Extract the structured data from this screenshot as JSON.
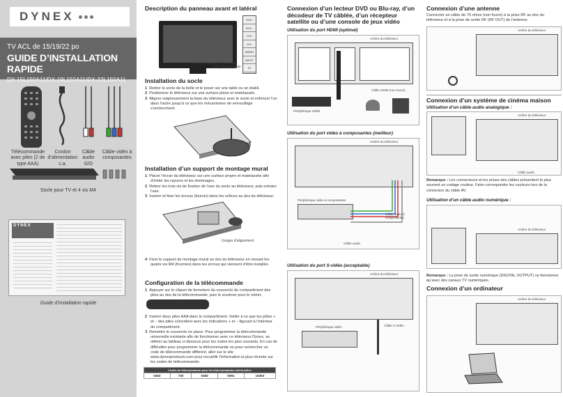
{
  "brand": {
    "logo": "DYNEX"
  },
  "hero": {
    "model_line": "TV ACL de 15/19/22 po",
    "guide_title": "GUIDE D’INSTALLATION RAPIDE",
    "skus": "DX-15L150A11/DX-19L150A11/DX-22L150A11"
  },
  "accessories": {
    "remote_label": "Télécommande avec piles (2 de type AAA)",
    "power_label": "Cordon d’alimentation c.a.",
    "audio_label": "Câble audio G/D",
    "video_label": "Câble vidéo à composantes",
    "stand_label": "Socle pour TV et 4 vis M4"
  },
  "thumbnail": {
    "logo": "DYNEX",
    "caption": "Guide d’installation rapide"
  },
  "panel": {
    "title": "Description du panneau avant et latéral",
    "side_buttons": [
      "VOL+",
      "VOL–",
      "CH+",
      "CH–",
      "MENU",
      "INPUT",
      "⏻"
    ],
    "callout_remote": "Témoin de marche-arrêt",
    "callout_sensor": "Capteur de télécommande"
  },
  "stand_install": {
    "title": "Installation du socle",
    "steps": [
      {
        "n": "1",
        "text": "Retirer le socle de la boîte et le poser sur une table ou un établi."
      },
      {
        "n": "2",
        "text": "Positionner le téléviseur sur une surface plane et matelassée."
      },
      {
        "n": "3",
        "text": "Aligner soigneusement la base du téléviseur avec le socle et enfoncer l’un dans l’autre jusqu’à ce que les mécanismes de verrouillage s’enclenchent."
      }
    ]
  },
  "wall_mount": {
    "title": "Installation d’un support de montage mural",
    "steps": [
      {
        "n": "1",
        "text": "Placer l’écran du téléviseur sur une surface propre et matelassée afin d’éviter les rayures et les dommages."
      },
      {
        "n": "2",
        "text": "Retirer les trois vis de fixation de l’axe du socle au téléviseur, puis extraire l’axe."
      },
      {
        "n": "3",
        "text": "Insérer et fixer les écrous (fournis) dans les orifices au dos du téléviseur."
      }
    ],
    "callout": "Gorges d’alignement",
    "step4": {
      "n": "4",
      "text": "Fixer le support de montage mural au dos du téléviseur en vissant les quatre vis M4 (fournies) dans les écrous qui viennent d’être installés."
    }
  },
  "remote_config": {
    "title": "Configuration de la télécommande",
    "steps": [
      {
        "n": "1",
        "text": "Appuyer sur le cliquet de fermeture du couvercle du compartiment des piles au dos de la télécommande, puis le soulever pour le retirer."
      },
      {
        "n": "2",
        "text": "Insérer deux piles AAA dans le compartiment. Veiller à ce que les pôles + et – des piles coïncident avec les indications + et – figurant à l’intérieur du compartiment."
      },
      {
        "n": "3",
        "text": "Remettre le couvercle en place. Pour programmer la télécommande universelle existante afin de fonctionner avec ce téléviseur Dynex, se référer au tableau ci-dessous pour les codes les plus courants. En cas de difficultés pour programmer la télécommande ou pour rechercher un code de télécommande différent, aller sur le site www.dynexproducts.com pour recueillir l’information la plus récente sur les codes de télécommande."
      }
    ],
    "table_header": "Codes de télécommande pour les télécommandes universelles",
    "codes": [
      "0463",
      "720",
      "0463",
      "0091",
      "10463"
    ]
  },
  "dvd": {
    "title": "Connexion d’un lecteur DVD ou Blu-ray, d’un décodeur de TV câblée, d’un récepteur satellite ou d’une console de jeux vidéo",
    "hdmi_sub": "Utilisation du port HDMI (optimal)",
    "hdmi_cable": "Câble HDMI (non fourni)",
    "hdmi_device": "Périphérique HDMI",
    "tv_back": "Arrière du téléviseur",
    "component_sub": "Utilisation du port vidéo à composantes (meilleur)",
    "component_device": "Périphérique vidéo à composantes",
    "component_cable": "Câble vidéo à composantes",
    "audio_cable": "Câble audio",
    "svideo_sub": "Utilisation du port S-vidéo (acceptable)",
    "svideo_device": "Périphérique vidéo",
    "svideo_cable": "Câble S-Vidéo"
  },
  "antenna": {
    "title": "Connexion d’une antenne",
    "text": "Connecter un câble de 75 ohms (non fourni) à la prise RF au dos du téléviseur et à la prise de sortie RF (RF OUT) de l’antenne.",
    "tv_back": "Arrière du téléviseur"
  },
  "home_theater": {
    "title": "Connexion d’un système de cinéma maison",
    "analog_sub": "Utilisation d’un câble audio analogique :",
    "tv_back": "Arrière du téléviseur",
    "audio_cable": "Câble audio",
    "remark_label": "Remarque :",
    "remark_text": "Les connecteurs et les prises des câbles présentent le plus souvent un codage couleur. Faire correspondre les couleurs lors de la connexion du câble AV.",
    "digital_sub": "Utilisation d’un câble audio numérique :",
    "remark2_label": "Remarque :",
    "remark2_text": "La prise de sortie numérique (DIGITAL OUTPUT) ne fonctionne qu’avec des canaux TV numériques."
  },
  "computer": {
    "title": "Connexion d’un ordinateur",
    "tv_back": "Arrière du téléviseur"
  }
}
